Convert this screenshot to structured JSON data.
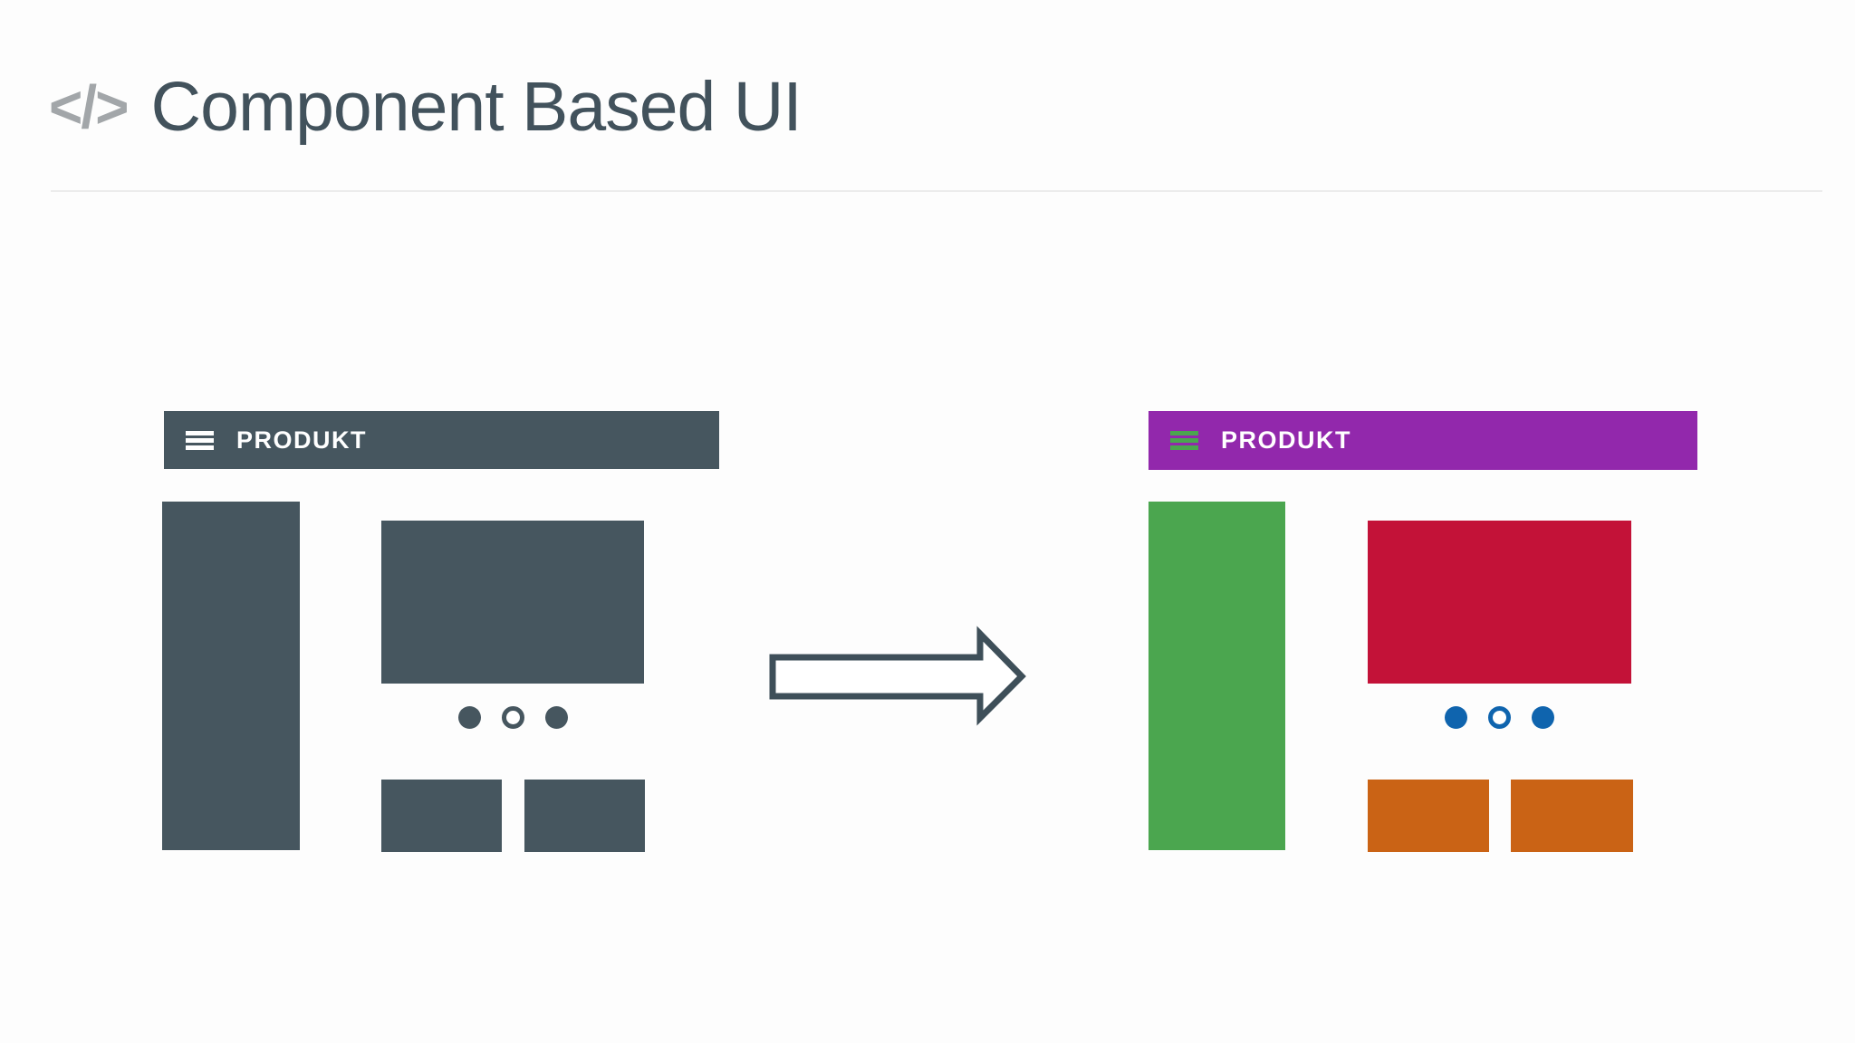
{
  "page": {
    "bg": "#fdfdfd",
    "divider_color": "#ececec"
  },
  "header": {
    "code_icon_glyph": "</>",
    "code_icon_color": "#a2a6a9",
    "title": "Component Based UI",
    "title_color": "#42525c"
  },
  "wireframes": {
    "before": {
      "name": "wireframe-monolithic",
      "navbar": {
        "label": "PRODUKT",
        "bg_color": "#46565f",
        "label_color": "#ffffff",
        "menu_icon_color": "#ffffff"
      },
      "sidebar": {
        "color": "#46565f"
      },
      "hero": {
        "color": "#46565f"
      },
      "carousel_dots": {
        "color": "#46565f",
        "hollow_index": 1
      },
      "cards": {
        "color": "#46565f"
      }
    },
    "arrow": {
      "stroke_color": "#3e4f59",
      "fill_color": "#ffffff"
    },
    "after": {
      "name": "wireframe-component-based",
      "navbar": {
        "label": "PRODUKT",
        "bg_color": "#9228ac",
        "label_color": "#ffffff",
        "menu_icon_color": "#4ba64f"
      },
      "sidebar": {
        "color": "#4ba64f"
      },
      "hero": {
        "color": "#c31238"
      },
      "carousel_dots": {
        "color": "#0f64ae",
        "hollow_index": 1
      },
      "cards": {
        "color": "#ca6315"
      }
    }
  }
}
